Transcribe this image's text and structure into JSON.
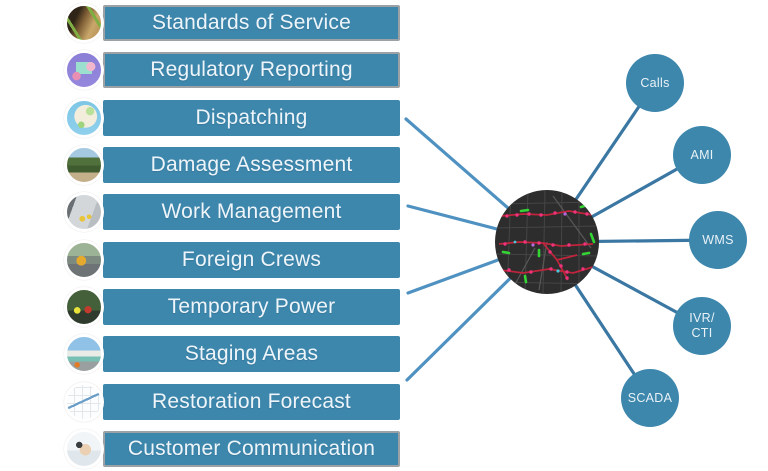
{
  "process_bars": {
    "items": [
      {
        "label": "Standards of Service",
        "icon": "standards-of-service-icon",
        "bordered": true
      },
      {
        "label": "Regulatory Reporting",
        "icon": "regulatory-reporting-icon",
        "bordered": true
      },
      {
        "label": "Dispatching",
        "icon": "dispatching-map-icon",
        "bordered": false
      },
      {
        "label": "Damage Assessment",
        "icon": "damage-assessment-icon",
        "bordered": false
      },
      {
        "label": "Work Management",
        "icon": "work-management-icon",
        "bordered": false
      },
      {
        "label": "Foreign Crews",
        "icon": "foreign-crews-icon",
        "bordered": false
      },
      {
        "label": "Temporary Power",
        "icon": "temporary-power-icon",
        "bordered": false
      },
      {
        "label": "Staging Areas",
        "icon": "staging-areas-icon",
        "bordered": false
      },
      {
        "label": "Restoration Forecast",
        "icon": "restoration-forecast-icon",
        "bordered": false
      },
      {
        "label": "Customer Communication",
        "icon": "customer-communication-icon",
        "bordered": true
      }
    ]
  },
  "hub": {
    "icon": "outage-map-icon"
  },
  "satellites": [
    {
      "label": "Calls"
    },
    {
      "label": "AMI"
    },
    {
      "label": "WMS"
    },
    {
      "label": "IVR/\nCTI"
    },
    {
      "label": "SCADA"
    }
  ],
  "colors": {
    "bar_blue": "#3d87ad",
    "satellite_blue": "#3d87ad",
    "bar_border_gray": "#9ba1a4",
    "connector_left_blue": "#4f92c2",
    "connector_right_blue": "#3a77a2",
    "map_background": "#2d2d2d",
    "map_outage_red": "#c0253c",
    "map_dot_magenta": "#f0327a",
    "map_marker_green": "#35d435"
  }
}
